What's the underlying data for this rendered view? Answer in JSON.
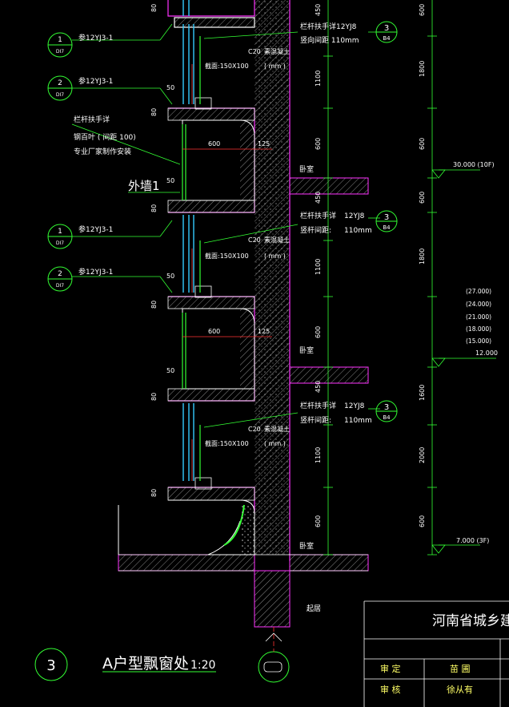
{
  "callouts": [
    {
      "num": "1",
      "sheet": "DI7",
      "ref": "参12YJ3-1"
    },
    {
      "num": "2",
      "sheet": "DI7",
      "ref": "参12YJ3-1"
    },
    {
      "num": "1",
      "sheet": "DI7",
      "ref": "参12YJ3-1"
    },
    {
      "num": "2",
      "sheet": "DI7",
      "ref": "参12YJ3-1"
    }
  ],
  "detail_refs": [
    {
      "num": "3",
      "sheet": "B4"
    },
    {
      "num": "3",
      "sheet": "B4"
    },
    {
      "num": "3",
      "sheet": "B4"
    }
  ],
  "railing_notes": {
    "line1": "栏杆扶手详",
    "line2": "钢百叶 ( 间距 100)",
    "line3": "专业厂家制作安装"
  },
  "wall_label": "外墙1",
  "anno_top": {
    "rail": "栏杆扶手详12YJ8",
    "bar": "竖向间距 110mm"
  },
  "anno_mid": {
    "rail": "栏杆扶手详",
    "rail_ref": "12YJ8",
    "bar": "竖杆间距:",
    "bar_val": "110mm"
  },
  "anno_low": {
    "rail": "栏杆扶手详",
    "rail_ref": "12YJ8",
    "bar": "竖杆间距:",
    "bar_val": "110mm"
  },
  "concrete": {
    "grade": "C20",
    "name": "素混凝土",
    "section": "截面:150X100",
    "unit": "( mm )"
  },
  "dims": {
    "d80": "80",
    "d50": "50",
    "d600": "600",
    "d125": "125",
    "d450": "450",
    "d1100": "1100",
    "d600v": "600",
    "d1600": "1600",
    "d2000": "2000",
    "d1800": "1800"
  },
  "rooms": {
    "bedroom": "卧室",
    "living": "起居"
  },
  "levels": {
    "top": "30.000   (10F)",
    "list": [
      "(27.000)",
      "(24.000)",
      "(21.000)",
      "(18.000)",
      "(15.000)"
    ],
    "mid": "12.000",
    "bottom": "7.000   (3F)"
  },
  "title_block": {
    "company": "河南省城乡建筑设",
    "rows": [
      {
        "role": "审   定",
        "name": "苗 圃"
      },
      {
        "role": "审   核",
        "name": "徐从有"
      }
    ]
  },
  "drawing_title": {
    "num": "3",
    "name": "A户型飘窗处",
    "scale": "1:20"
  },
  "axis_bubble": ""
}
